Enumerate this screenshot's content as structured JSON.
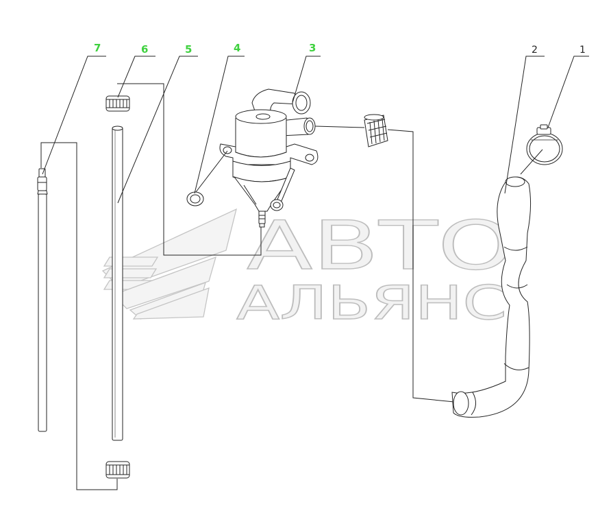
{
  "callouts": [
    {
      "label": "1",
      "color": "#222222"
    },
    {
      "label": "2",
      "color": "#222222"
    },
    {
      "label": "3",
      "color": "#3fd13f"
    },
    {
      "label": "4",
      "color": "#3fd13f"
    },
    {
      "label": "5",
      "color": "#3fd13f"
    },
    {
      "label": "6",
      "color": "#3fd13f"
    },
    {
      "label": "7",
      "color": "#3fd13f"
    }
  ],
  "watermark": {
    "line1": "АВТО",
    "line2": "АЛЬЯНС"
  },
  "colors": {
    "line": "#222222",
    "highlight_label": "#3fd13f",
    "watermark": "#bdbdbd"
  }
}
